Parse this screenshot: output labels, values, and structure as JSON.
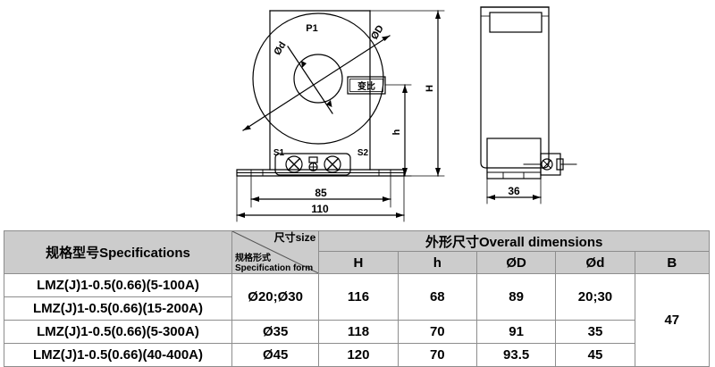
{
  "drawing": {
    "front_view": {
      "primary_label": "P1",
      "inner_diameter_label": "Ød",
      "outer_diameter_label": "ØD",
      "nameplate_label": "变比",
      "terminal_left": "S1",
      "terminal_right": "S2",
      "height_label": "H",
      "center_height_label": "h",
      "width_inner": "85",
      "width_outer": "110"
    },
    "side_view": {
      "depth_label": "36"
    },
    "line_color": "#000000"
  },
  "table": {
    "headers": {
      "specifications": "规格型号Specifications",
      "size_top": "尺寸size",
      "form_bottom": "规格形式\nSpecification form",
      "overall": "外形尺寸Overall dimensions",
      "h_upper": "H",
      "h_lower": "h",
      "phi_D": "ØD",
      "phi_d": "Ød",
      "B": "B"
    },
    "rows": [
      {
        "model": "LMZ(J)1-0.5(0.66)(5-100A)",
        "form": "Ø20;Ø30",
        "H": "116",
        "h": "68",
        "D": "89",
        "d": "20;30",
        "B": "47"
      },
      {
        "model": "LMZ(J)1-0.5(0.66)(15-200A)",
        "form": "",
        "H": "116",
        "h": "68",
        "D": "89",
        "d": "20;30",
        "B": ""
      },
      {
        "model": "LMZ(J)1-0.5(0.66)(5-300A)",
        "form": "Ø35",
        "H": "118",
        "h": "70",
        "D": "91",
        "d": "35",
        "B": ""
      },
      {
        "model": "LMZ(J)1-0.5(0.66)(40-400A)",
        "form": "Ø45",
        "H": "120",
        "h": "70",
        "D": "93.5",
        "d": "45",
        "B": ""
      }
    ],
    "header_bg": "#cccccc",
    "border_color": "#8d8d8d"
  }
}
